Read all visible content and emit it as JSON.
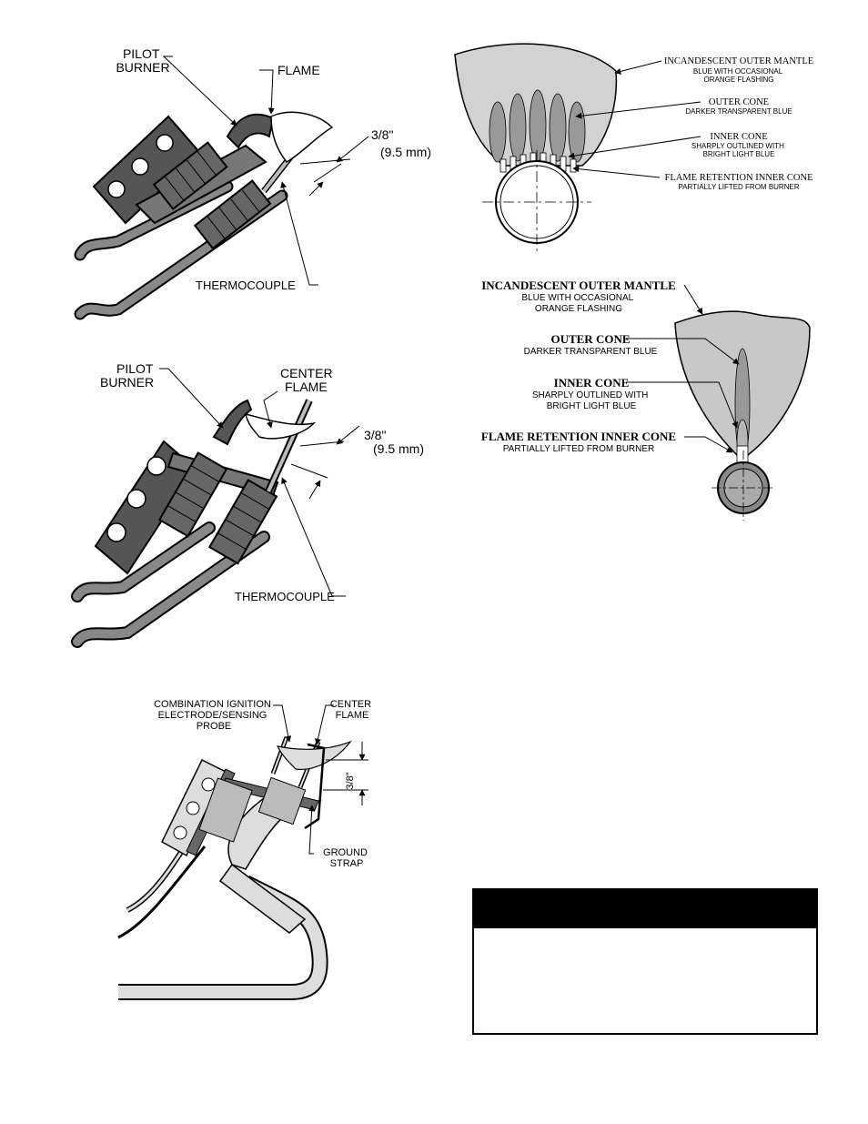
{
  "fig1": {
    "pilot_burner": "PILOT\nBURNER",
    "flame": "FLAME",
    "gap_in": "3/8\"",
    "gap_mm": "(9.5  mm)",
    "thermocouple": "THERMOCOUPLE"
  },
  "fig2": {
    "pilot_burner": "PILOT\nBURNER",
    "center_flame": "CENTER\nFLAME",
    "gap_in": "3/8\"",
    "gap_mm": "(9.5  mm)",
    "thermocouple": "THERMOCOUPLE"
  },
  "fig3": {
    "electrode": "COMBINATION  IGNITION\nELECTRODE/SENSING\nPROBE",
    "center_flame": "CENTER\nFLAME",
    "gap_in": "3/8\"",
    "ground_strap": "GROUND\nSTRAP"
  },
  "fig4": {
    "outer_mantle_title": "INCANDESCENT  OUTER  MANTLE",
    "outer_mantle_desc": "BLUE WITH OCCASIONAL\nORANGE FLASHING",
    "outer_cone_title": "OUTER  CONE",
    "outer_cone_desc": "DARKER TRANSPARENT BLUE",
    "inner_cone_title": "INNER  CONE",
    "inner_cone_desc": "SHARPLY OUTLINED WITH\nBRIGHT LIGHT BLUE",
    "retention_title": "FLAME  RETENTION  INNER  CONE",
    "retention_desc": "PARTIALLY LIFTED FROM BURNER"
  },
  "fig5": {
    "outer_mantle_title": "INCANDESCENT  OUTER  MANTLE",
    "outer_mantle_desc": "BLUE WITH OCCASIONAL\nORANGE FLASHING",
    "outer_cone_title": "OUTER  CONE",
    "outer_cone_desc": "DARKER TRANSPARENT BLUE",
    "inner_cone_title": "INNER  CONE",
    "inner_cone_desc": "SHARPLY OUTLINED WITH\nBRIGHT LIGHT BLUE",
    "retention_title": "FLAME  RETENTION  INNER  CONE",
    "retention_desc": "PARTIALLY LIFTED FROM BURNER"
  },
  "warning_box": {
    "header": "",
    "body": ""
  }
}
